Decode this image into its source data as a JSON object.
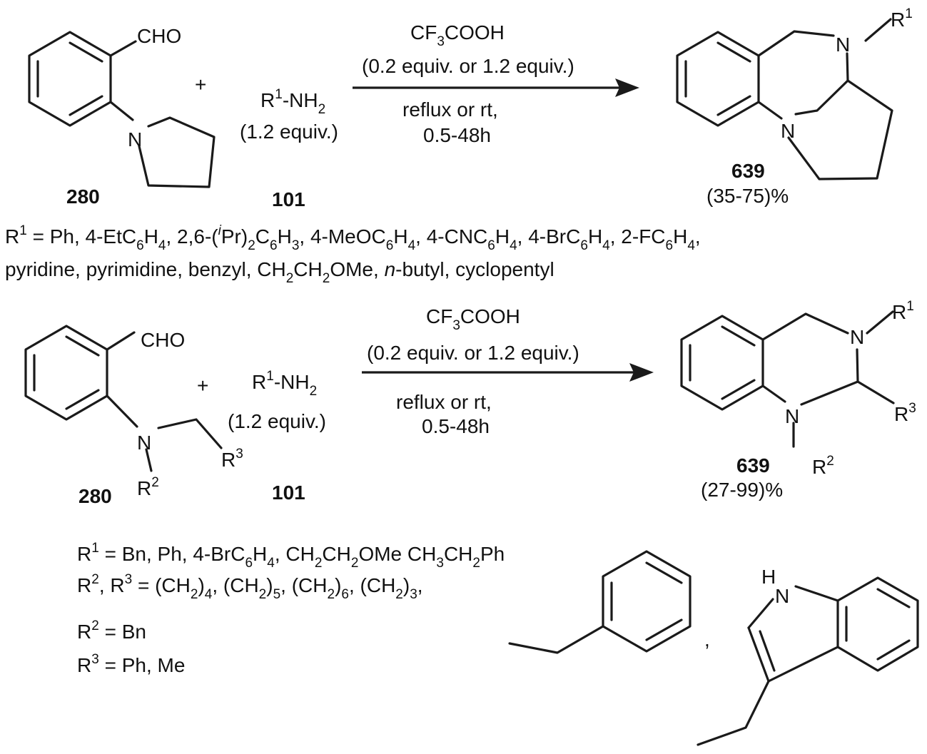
{
  "reaction1": {
    "sm_cho": "CHO",
    "sm_n": "N",
    "sm_label": "280",
    "plus": "+",
    "amine_r": "R",
    "amine_r_sup": "1",
    "amine_nh": "-NH",
    "amine_nh_sub": "2",
    "amine_equiv": "(1.2 equiv.)",
    "amine_label": "101",
    "cond_acid_1": "CF",
    "cond_acid_sub": "3",
    "cond_acid_2": "COOH",
    "cond_equiv": "(0.2 equiv. or 1.2 equiv.)",
    "cond_temp": "reflux or rt,",
    "cond_time": "0.5-48h",
    "prod_n_top": "N",
    "prod_n_bottom": "N",
    "prod_r": "R",
    "prod_r_sup": "1",
    "prod_label": "639",
    "prod_yield": "(35-75)%",
    "r1_list_line1": "R1 = Ph, 4-EtC6H4, 2,6-(iPr)2C6H3, 4-MeOC6H4, 4-CNC6H4, 4-BrC6H4, 2-FC6H4,",
    "r1_list_line2": "pyridine, pyrimidine, benzyl, CH2CH2OMe, n-butyl, cyclopentyl"
  },
  "reaction2": {
    "sm_cho": "CHO",
    "sm_n": "N",
    "sm_r2": "R",
    "sm_r2_sup": "2",
    "sm_r3": "R",
    "sm_r3_sup": "3",
    "sm_label": "280",
    "plus": "+",
    "amine_r": "R",
    "amine_r_sup": "1",
    "amine_nh": "-NH",
    "amine_nh_sub": "2",
    "amine_equiv": "(1.2 equiv.)",
    "amine_label": "101",
    "cond_acid_1": "CF",
    "cond_acid_sub": "3",
    "cond_acid_2": "COOH",
    "cond_equiv": "(0.2 equiv. or 1.2 equiv.)",
    "cond_temp": "reflux or rt,",
    "cond_time": "0.5-48h",
    "prod_n_top": "N",
    "prod_n_bottom": "N",
    "prod_r1": "R",
    "prod_r1_sup": "1",
    "prod_r2": "R",
    "prod_r2_sup": "2",
    "prod_r3": "R",
    "prod_r3_sup": "3",
    "prod_label": "639",
    "prod_yield": "(27-99)%",
    "r1_list": "R1 = Bn, Ph, 4-BrC6H4, CH2CH2OMe CH3CH2Ph",
    "r2r3_list": "R2, R3 = (CH2)4, (CH2)5, (CH2)6, (CH2)3,",
    "r2_list": "R2 = Bn",
    "r3_list": "R3 = Ph, Me",
    "indole_nh": "H",
    "indole_n": "N",
    "comma": ","
  }
}
